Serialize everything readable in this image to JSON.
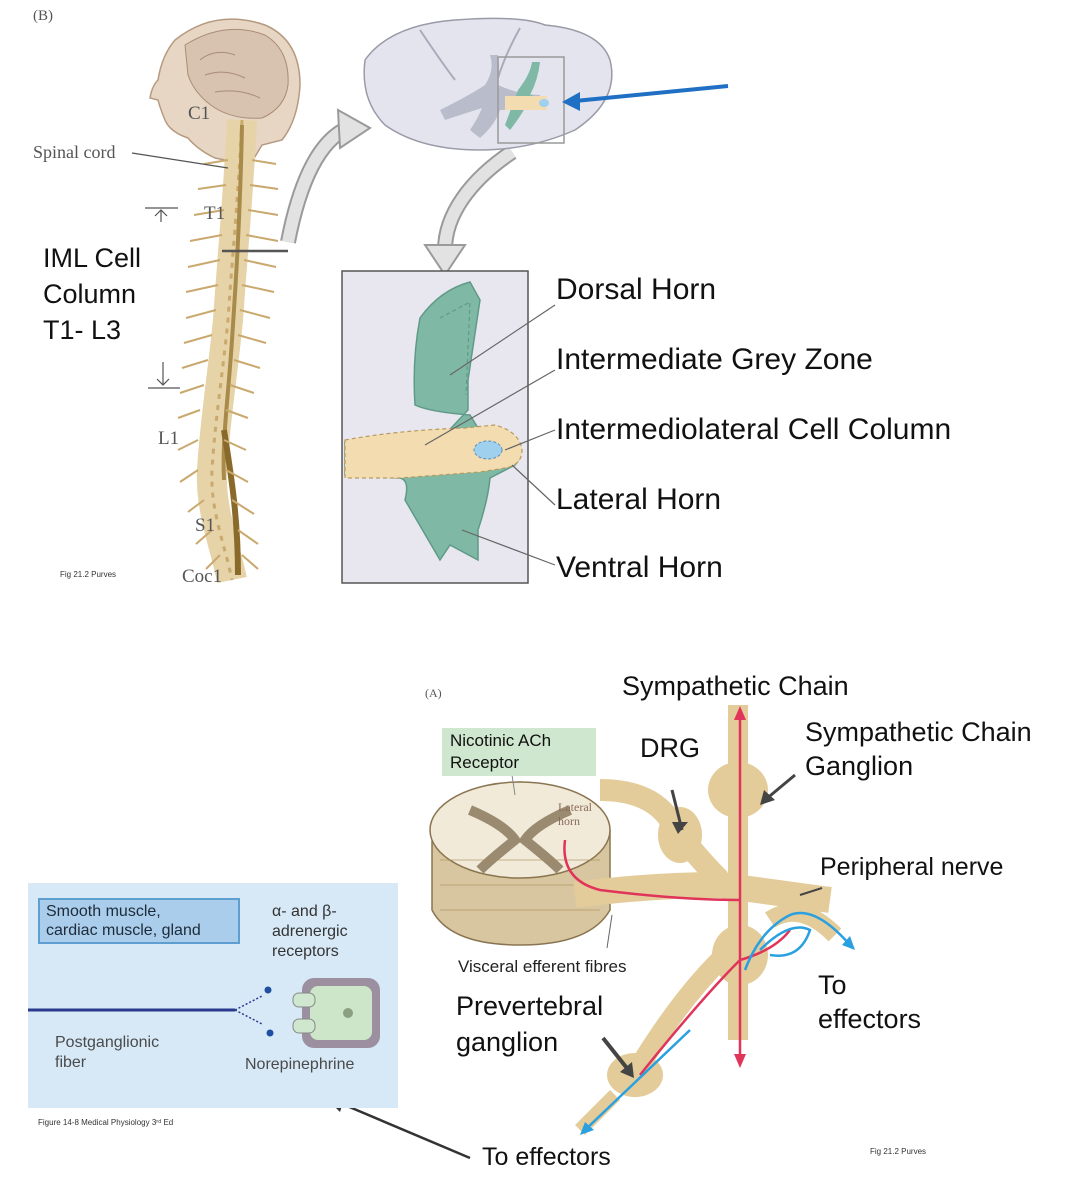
{
  "panel_b": {
    "tag": "(B)",
    "vertebra_labels": {
      "c1": "C1",
      "t1": "T1",
      "l1": "L1",
      "s1": "S1",
      "coc1": "Coc1"
    },
    "spinal_cord_label": "Spinal cord",
    "iml_lines": [
      "IML Cell",
      "Column",
      "T1- L3"
    ],
    "caption": "Fig 21.2 Purves",
    "horn_labels": [
      "Dorsal Horn",
      "Intermediate Grey Zone",
      "Intermediolateral Cell Column",
      "Lateral Horn",
      "Ventral Horn"
    ]
  },
  "panel_a": {
    "tag": "(A)",
    "sympathetic_chain": "Sympathetic Chain",
    "drg": "DRG",
    "chain_ganglion_lines": [
      "Sympathetic Chain",
      "Ganglion"
    ],
    "nicotinic_lines": [
      "Nicotinic ACh",
      "Receptor"
    ],
    "lateral_horn_lines": [
      "Lateral",
      "horn"
    ],
    "peripheral_nerve": "Peripheral nerve",
    "visceral_efferent": "Visceral efferent fibres",
    "prevertebral_lines": [
      "Prevertebral",
      "ganglion"
    ],
    "to_effectors_right_lines": [
      "To",
      "effectors"
    ],
    "to_effectors_bottom": "To effectors",
    "caption": "Fig 21.2 Purves"
  },
  "synapse_panel": {
    "target_lines": [
      "Smooth muscle,",
      "cardiac muscle, gland"
    ],
    "receptor_lines": [
      "α- and β-",
      "adrenergic",
      "receptors"
    ],
    "fiber_lines": [
      "Postganglionic",
      "fiber"
    ],
    "neurotransmitter": "Norepinephrine",
    "caption": "Figure 14-8 Medical Physiology 3ʳᵈ Ed"
  },
  "colors": {
    "grey_matter_green": "#7fb9a6",
    "intermediate_tan": "#f3dcb0",
    "iml_blue": "#9fd0ee",
    "pointer_blue": "#1f6fc4",
    "nerve_tan": "#e3cc99",
    "preganglionic_red": "#e0345a",
    "postganglionic_blue": "#2aa0e0",
    "receptor_green": "#cfe6cf",
    "synapse_bg": "#d7e9f7"
  }
}
